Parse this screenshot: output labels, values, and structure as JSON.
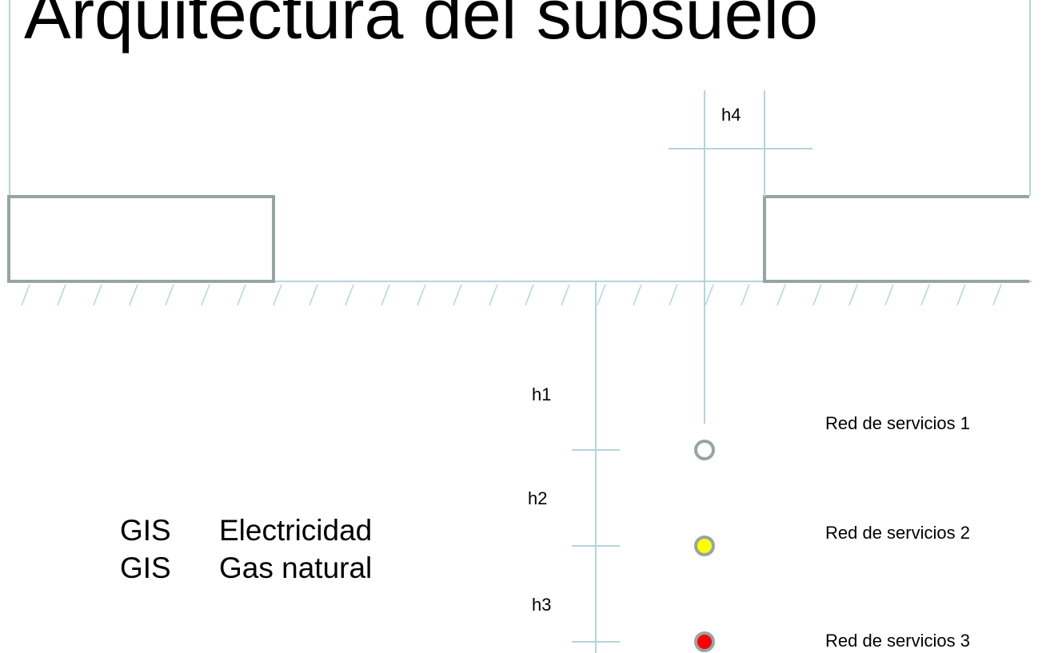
{
  "title": "Arquitectura del subsuelo",
  "depth_labels": {
    "h1": "h1",
    "h2": "h2",
    "h3": "h3",
    "h4": "h4"
  },
  "services": [
    {
      "label": "Red de servicios 1",
      "fill": "#ffffff"
    },
    {
      "label": "Red de servicios 2",
      "fill": "#ffff00"
    },
    {
      "label": "Red de servicios 3",
      "fill": "#ff0000"
    }
  ],
  "legend": [
    {
      "prefix": "GIS",
      "name": "Electricidad"
    },
    {
      "prefix": "GIS",
      "name": "Gas natural"
    }
  ],
  "colors": {
    "dimension_line": "#b4d4dc",
    "box_outline": "#95a5a6",
    "circle_outline": "#95a5a6"
  }
}
